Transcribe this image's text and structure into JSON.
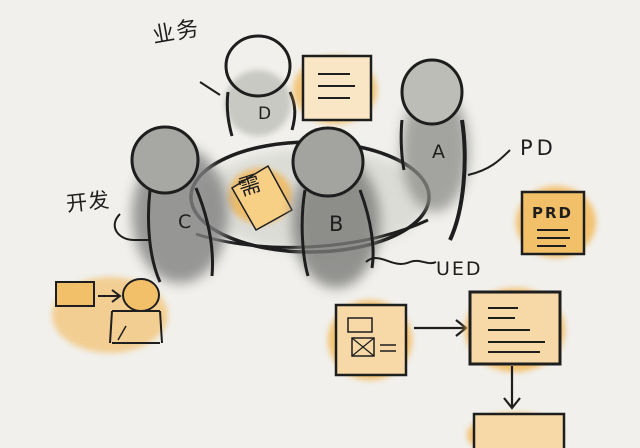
{
  "labels": {
    "business": "业务",
    "developer": "开发",
    "product_designer": "PD",
    "ued": "UED",
    "prd_doc": "PRD",
    "requirement": "需",
    "person_d": "D",
    "person_a": "A",
    "person_b": "B",
    "person_c": "C"
  },
  "colors": {
    "paper": "#f1f0ec",
    "ink": "#1e1e1e",
    "highlight": "#f3b349",
    "shadow": "#6f6f6f"
  }
}
